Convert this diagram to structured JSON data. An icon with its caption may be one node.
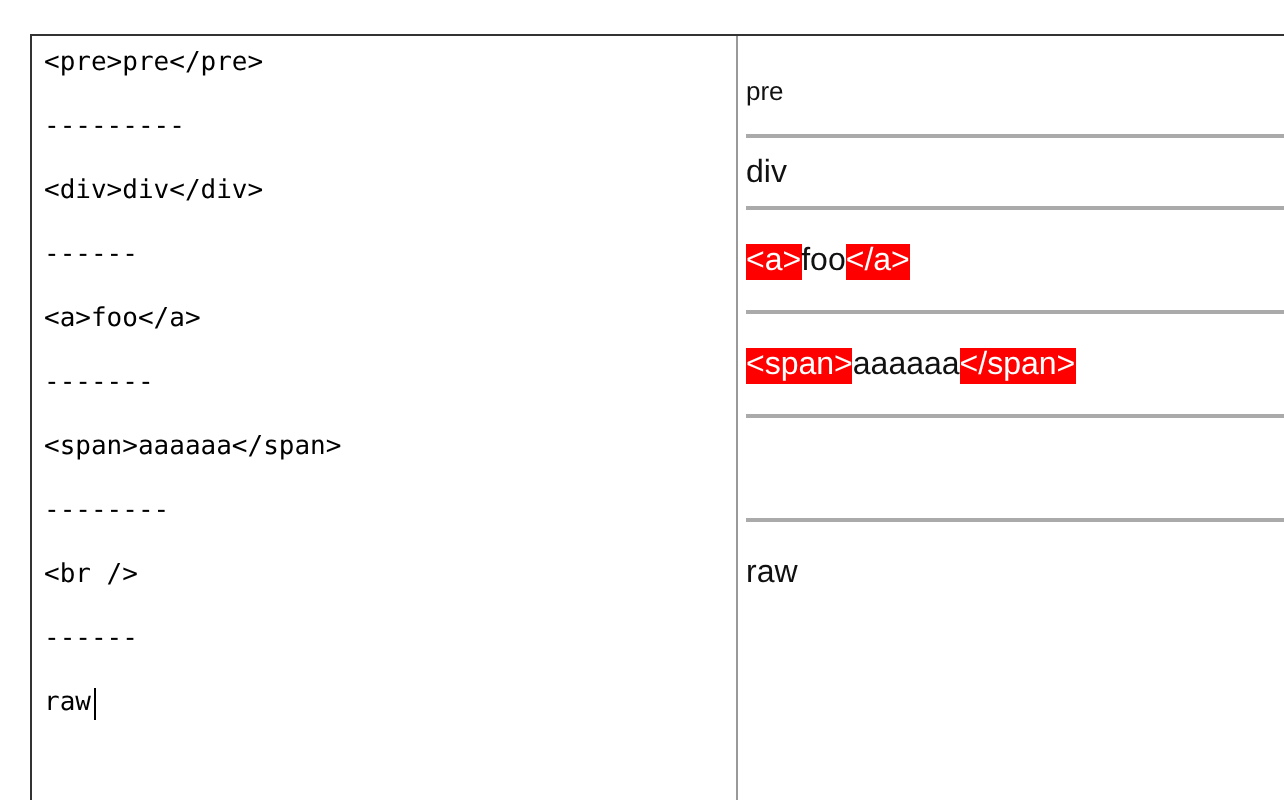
{
  "diagram": {
    "labels": [
      "<pre>pre</pre>",
      "---------",
      "<div>div</div>",
      "------",
      "<a>foo</a>",
      "-------",
      "<span>aaaaaa</span>",
      "--------",
      "<br />",
      "------",
      "raw",
      "pre",
      "div",
      "<a>",
      "foo",
      "</a>",
      "<span>",
      "aaaaaa",
      "</span>",
      "raw"
    ]
  }
}
